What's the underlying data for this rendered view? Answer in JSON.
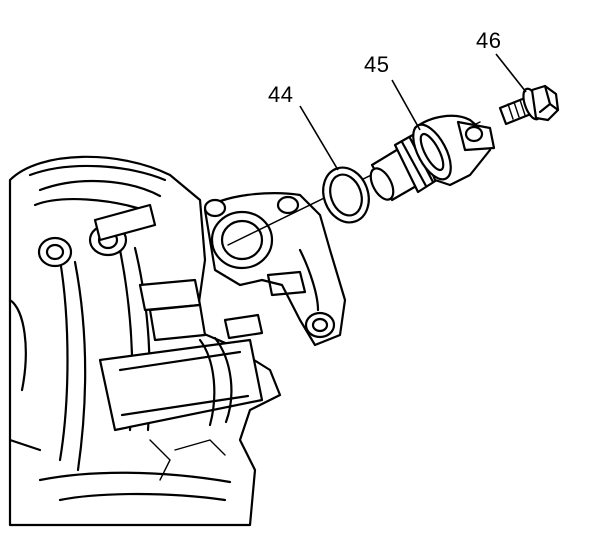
{
  "callouts": {
    "c44": "44",
    "c45": "45",
    "c46": "46"
  },
  "colors": {
    "line": "#000000",
    "background": "#ffffff"
  }
}
